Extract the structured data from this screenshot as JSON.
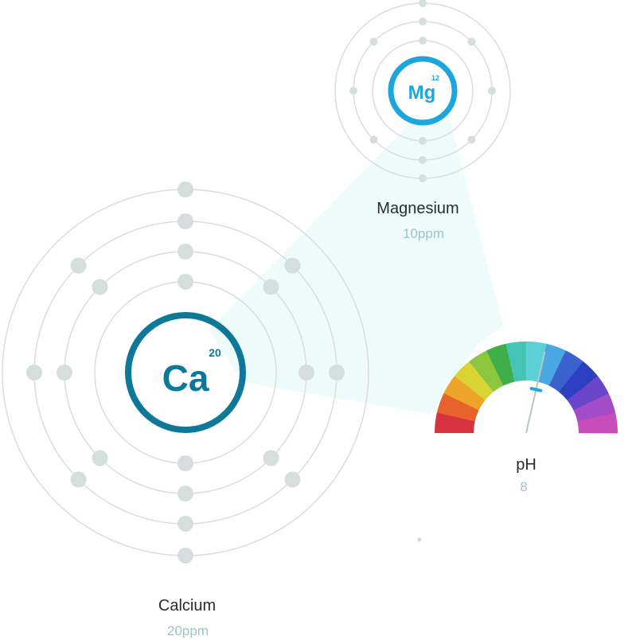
{
  "elements": [
    {
      "key": "calcium",
      "symbol": "Ca",
      "atomic_number": "20",
      "name": "Calcium",
      "value": "20ppm",
      "color": "#0e7898",
      "shells": [
        2,
        8,
        8,
        2
      ]
    },
    {
      "key": "magnesium",
      "symbol": "Mg",
      "atomic_number": "12",
      "name": "Magnesium",
      "value": "10ppm",
      "color": "#1ca6de",
      "shells": [
        2,
        8,
        2
      ]
    }
  ],
  "ph": {
    "name": "pH",
    "value": "8",
    "scale_min": 0,
    "scale_max": 14,
    "reading": 8,
    "marker_color": "#1ca6de"
  },
  "colors": {
    "orbit": "#dcdcdc",
    "electron": "#d5dedc",
    "beam": "#eefbfb"
  }
}
